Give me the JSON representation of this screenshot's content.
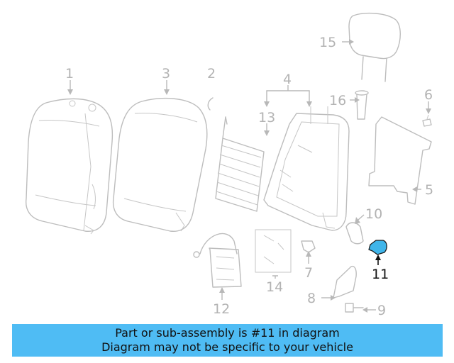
{
  "diagram": {
    "callouts": [
      "1",
      "2",
      "3",
      "4",
      "5",
      "6",
      "7",
      "8",
      "9",
      "10",
      "11",
      "12",
      "13",
      "14",
      "15",
      "16"
    ],
    "highlighted_part": "11",
    "highlight_color": "#3fb5ea"
  },
  "banner": {
    "line1": "Part or sub-assembly is #11 in diagram",
    "line2": "Diagram may not be specific to your vehicle",
    "background": "#4fbcf4"
  }
}
